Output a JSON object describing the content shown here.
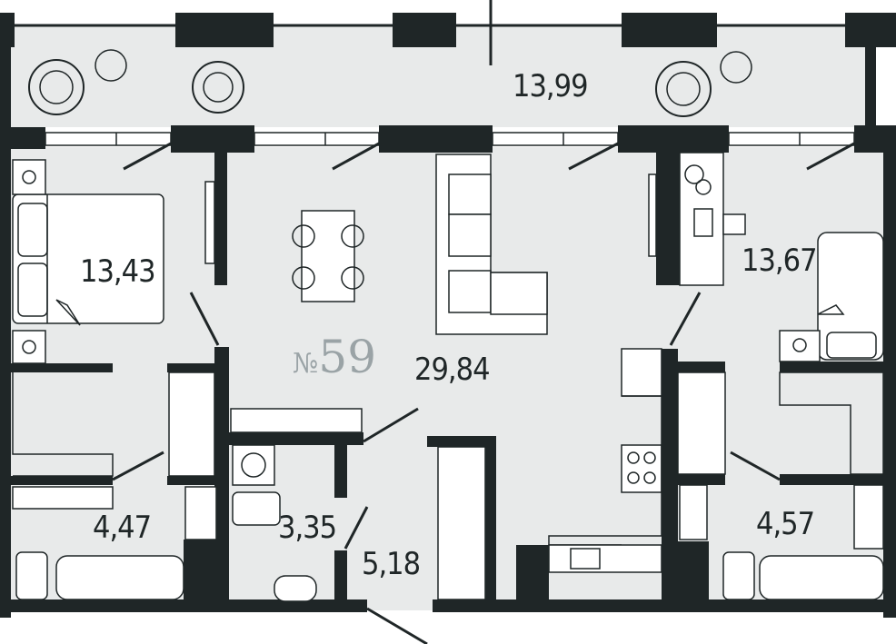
{
  "plan": {
    "apartment_prefix": "№",
    "apartment_number": "59",
    "rooms": [
      {
        "id": "balcony",
        "area": "13,99"
      },
      {
        "id": "bedroom-left",
        "area": "13,43"
      },
      {
        "id": "living-kitchen",
        "area": "29,84"
      },
      {
        "id": "bedroom-right",
        "area": "13,67"
      },
      {
        "id": "bathroom-left",
        "area": "4,47"
      },
      {
        "id": "wc",
        "area": "3,35"
      },
      {
        "id": "hall",
        "area": "5,18"
      },
      {
        "id": "bathroom-right",
        "area": "4,57"
      }
    ]
  },
  "colors": {
    "wall": "#1f2627",
    "floor": "#e8eaea",
    "furniture": "#ffffff",
    "label": "#1f2627",
    "apt_label": "#9aa3a6"
  }
}
